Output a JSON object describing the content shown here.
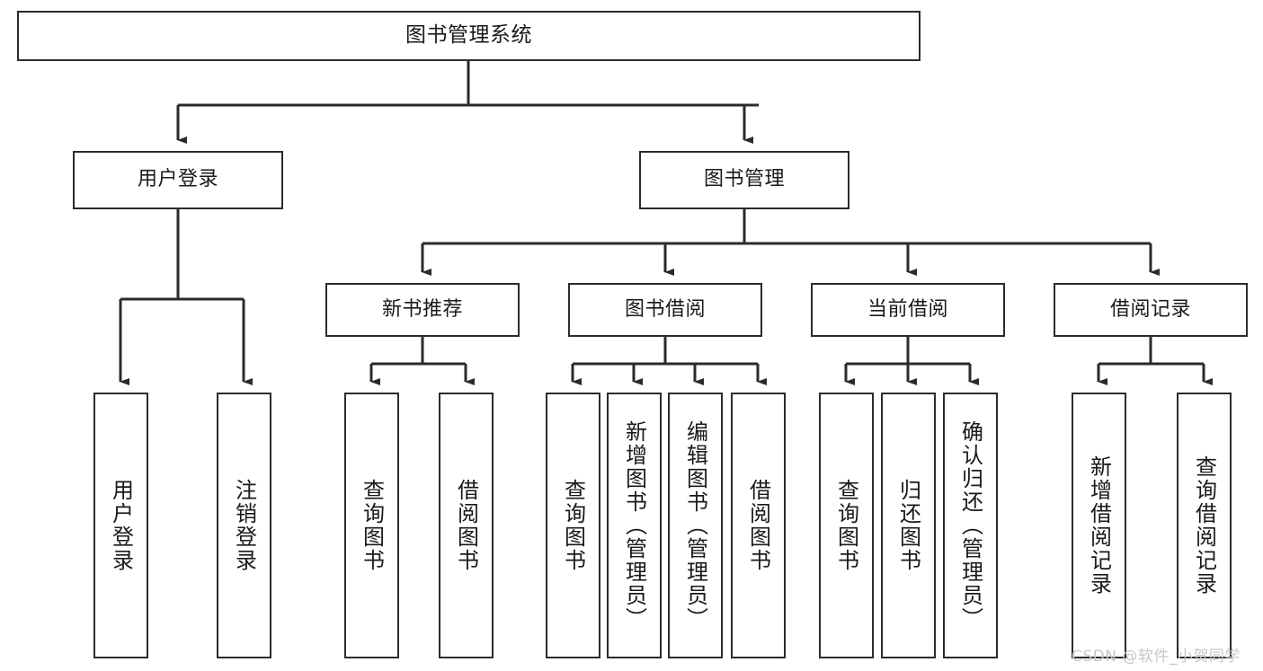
{
  "diagram": {
    "title": "图书管理系统",
    "type": "hierarchy-tree",
    "colors": {
      "box_border": "#2b2b2b",
      "box_fill": "#ffffff",
      "edge": "#2b2b2b",
      "text": "#1a1a1a",
      "watermark": "#c7c7c7"
    },
    "root": {
      "label": "图书管理系统"
    },
    "level2": [
      {
        "label": "用户登录"
      },
      {
        "label": "图书管理"
      }
    ],
    "level3": [
      {
        "label": "新书推荐"
      },
      {
        "label": "图书借阅"
      },
      {
        "label": "当前借阅"
      },
      {
        "label": "借阅记录"
      }
    ],
    "leaves": [
      {
        "label": "用户登录",
        "parent": "用户登录"
      },
      {
        "label": "注销登录",
        "parent": "用户登录"
      },
      {
        "label": "查询图书",
        "parent": "新书推荐"
      },
      {
        "label": "借阅图书",
        "parent": "新书推荐"
      },
      {
        "label": "查询图书",
        "parent": "图书借阅"
      },
      {
        "label": "新增图书（管理员）",
        "parent": "图书借阅"
      },
      {
        "label": "编辑图书（管理员）",
        "parent": "图书借阅"
      },
      {
        "label": "借阅图书",
        "parent": "图书借阅"
      },
      {
        "label": "查询图书",
        "parent": "当前借阅"
      },
      {
        "label": "归还图书",
        "parent": "当前借阅"
      },
      {
        "label": "确认归还（管理员）",
        "parent": "当前借阅"
      },
      {
        "label": "新增借阅记录",
        "parent": "借阅记录"
      },
      {
        "label": "查询借阅记录",
        "parent": "借阅记录"
      }
    ],
    "watermark": "CSDN @软件_小贺同学"
  },
  "chart_data": {
    "type": "diagram-tree",
    "title": "图书管理系统",
    "nodes": [
      {
        "id": "root",
        "label": "图书管理系统",
        "level": 1,
        "parent": null
      },
      {
        "id": "n2a",
        "label": "用户登录",
        "level": 2,
        "parent": "root"
      },
      {
        "id": "n2b",
        "label": "图书管理",
        "level": 2,
        "parent": "root"
      },
      {
        "id": "n3a",
        "label": "新书推荐",
        "level": 3,
        "parent": "n2b"
      },
      {
        "id": "n3b",
        "label": "图书借阅",
        "level": 3,
        "parent": "n2b"
      },
      {
        "id": "n3c",
        "label": "当前借阅",
        "level": 3,
        "parent": "n2b"
      },
      {
        "id": "n3d",
        "label": "借阅记录",
        "level": 3,
        "parent": "n2b"
      },
      {
        "id": "l1",
        "label": "用户登录",
        "level": 4,
        "parent": "n2a"
      },
      {
        "id": "l2",
        "label": "注销登录",
        "level": 4,
        "parent": "n2a"
      },
      {
        "id": "l3",
        "label": "查询图书",
        "level": 4,
        "parent": "n3a"
      },
      {
        "id": "l4",
        "label": "借阅图书",
        "level": 4,
        "parent": "n3a"
      },
      {
        "id": "l5",
        "label": "查询图书",
        "level": 4,
        "parent": "n3b"
      },
      {
        "id": "l6",
        "label": "新增图书（管理员）",
        "level": 4,
        "parent": "n3b"
      },
      {
        "id": "l7",
        "label": "编辑图书（管理员）",
        "level": 4,
        "parent": "n3b"
      },
      {
        "id": "l8",
        "label": "借阅图书",
        "level": 4,
        "parent": "n3b"
      },
      {
        "id": "l9",
        "label": "查询图书",
        "level": 4,
        "parent": "n3c"
      },
      {
        "id": "l10",
        "label": "归还图书",
        "level": 4,
        "parent": "n3c"
      },
      {
        "id": "l11",
        "label": "确认归还（管理员）",
        "level": 4,
        "parent": "n3c"
      },
      {
        "id": "l12",
        "label": "新增借阅记录",
        "level": 4,
        "parent": "n3d"
      },
      {
        "id": "l13",
        "label": "查询借阅记录",
        "level": 4,
        "parent": "n3d"
      }
    ]
  }
}
